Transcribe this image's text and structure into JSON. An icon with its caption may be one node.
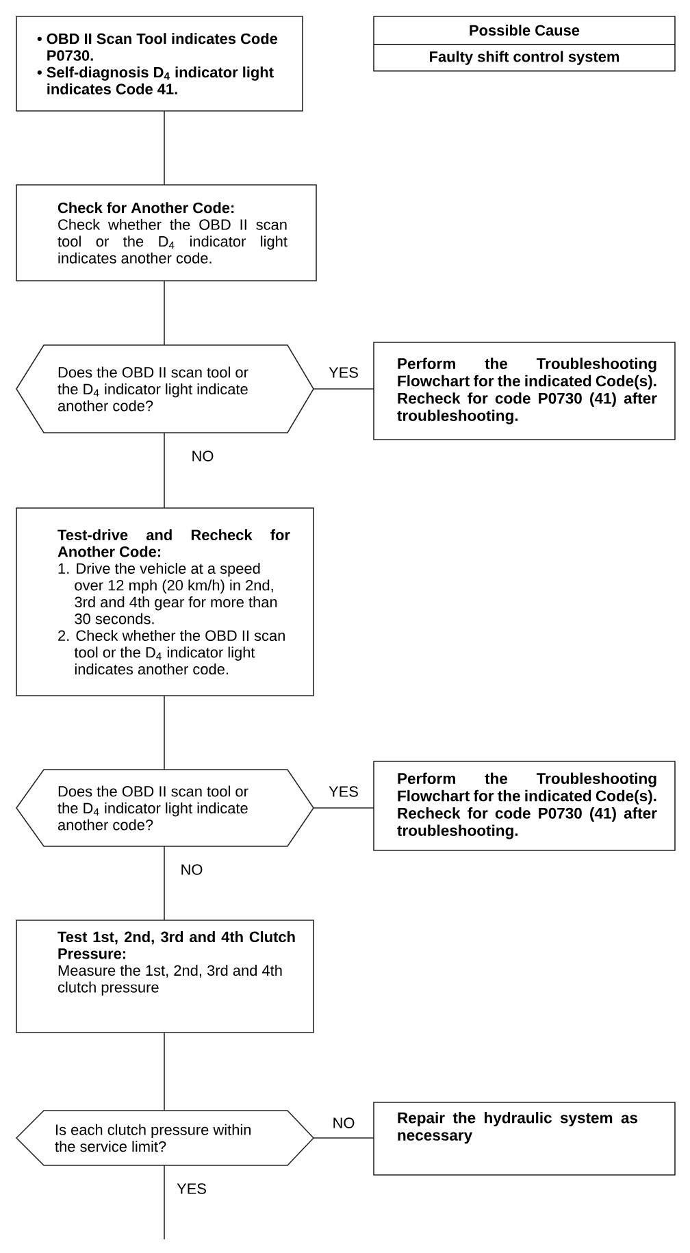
{
  "diagram": {
    "nodes": [
      {
        "text": [
          "• OBD II Scan Tool indicates Code P0730.",
          "• Self-diagnosis D$_{4}$ indicator light indicates Code 41."
        ]
      },
      {
        "text": [
          "Possible Cause",
          "Faulty shift control system"
        ]
      },
      {
        "text": [
          "Check for Another Code:",
          "Check whether the OBD II scan tool or the D$_{4}$ indicator light indicates another code."
        ]
      },
      {
        "text": [
          "Does the OBD II scan tool or the D$_{4}$ indicator light indicate another code?"
        ]
      },
      {
        "text": [
          "Perform the Troubleshooting Flowchart for the indicated Code(s). Recheck for code P0730 (41) after troubleshooting."
        ]
      },
      {
        "text": [
          "Test-drive and Recheck for Another Code:",
          "1. Drive the vehicle at a speed over 12 mph (20 km/h) in 2nd, 3rd and 4th gear for more than 30 seconds.",
          "2. Check whether the OBD II scan tool or the D$_{4}$ indicator light indicates another code."
        ]
      },
      {
        "text": [
          "Does the OBD II scan tool or the D$_{4}$ indicator light indicate another code?"
        ]
      },
      {
        "text": [
          "Perform the Troubleshooting Flowchart for the indicated Code(s). Recheck for code P0730 (41) after troubleshooting."
        ]
      },
      {
        "text": [
          "Test 1st, 2nd, 3rd and 4th Clutch Pressure:",
          "Measure the 1st, 2nd, 3rd and 4th clutch pressure"
        ]
      },
      {
        "text": [
          "Is each clutch pressure within the service limit?"
        ]
      },
      {
        "text": [
          "Repair the hydraulic system as necessary"
        ]
      }
    ],
    "edges": [
      {
        "from": 0,
        "to": 2,
        "arrow": "none"
      },
      {
        "from": 2,
        "to": 3,
        "arrow": "none"
      },
      {
        "from": 3,
        "to": 4,
        "arrow": "none",
        "label": "YES"
      },
      {
        "from": 3,
        "to": 5,
        "arrow": "none",
        "label": "NO"
      },
      {
        "from": 5,
        "to": 6,
        "arrow": "none"
      },
      {
        "from": 6,
        "to": 7,
        "arrow": "none",
        "label": "YES"
      },
      {
        "from": 6,
        "to": 8,
        "arrow": "none",
        "label": "NO"
      },
      {
        "from": 8,
        "to": 9,
        "arrow": "none"
      },
      {
        "from": 9,
        "to": 10,
        "arrow": "none",
        "label": "NO"
      },
      {
        "from": 9,
        "to": null,
        "arrow": "none",
        "label": "YES"
      }
    ]
  }
}
